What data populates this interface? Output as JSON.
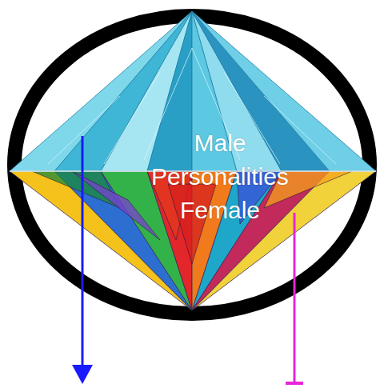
{
  "diagram": {
    "nodes": [
      {
        "text": [
          "Male",
          "Personalities",
          "Female"
        ]
      }
    ]
  }
}
